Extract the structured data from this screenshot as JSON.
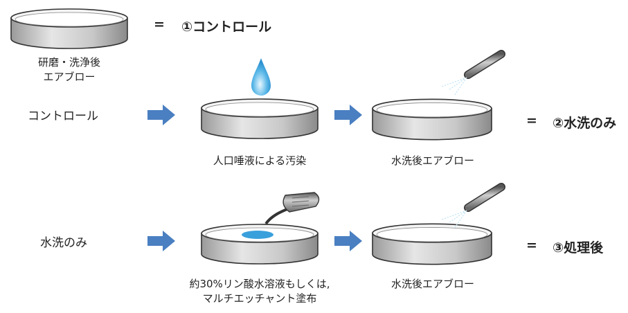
{
  "top": {
    "sample_caption_line1": "研磨・洗浄後",
    "sample_caption_line2": "エアブロー",
    "equals": "=",
    "result": "①コントロール"
  },
  "row1": {
    "label": "コントロール",
    "step1_caption": "人口唾液による汚染",
    "step2_caption": "水洗後エアブロー",
    "equals": "=",
    "result": "②水洗のみ"
  },
  "row2": {
    "label": "水洗のみ",
    "step1_caption_line1": "約30%リン酸水溶液もしくは,",
    "step1_caption_line2": "マルチエッチャント塗布",
    "step2_caption": "水洗後エアブロー",
    "equals": "=",
    "result": "③処理後"
  },
  "colors": {
    "arrow": "#4a7fc1",
    "dish_outline": "#333333",
    "droplet": "#5bb8e8",
    "liquid": "#3aa0dc"
  },
  "icons": [
    "petri-dish-icon",
    "arrow-right-icon",
    "water-drop-icon",
    "air-nozzle-icon",
    "applicator-icon"
  ]
}
